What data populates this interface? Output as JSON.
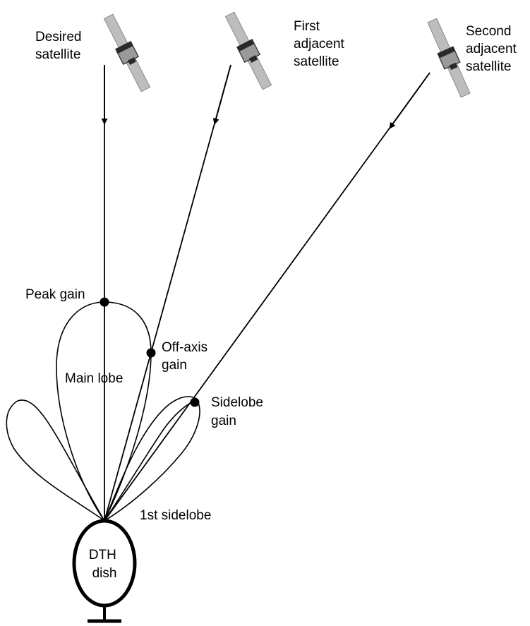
{
  "satellites": {
    "desired": {
      "lines": [
        "Desired",
        "satellite"
      ]
    },
    "first_adjacent": {
      "lines": [
        "First",
        "adjacent",
        "satellite"
      ]
    },
    "second_adjacent": {
      "lines": [
        "Second",
        "adjacent",
        "satellite"
      ]
    }
  },
  "points": {
    "peak_gain": {
      "lines": [
        "Peak gain"
      ]
    },
    "off_axis_gain": {
      "lines": [
        "Off-axis",
        "gain"
      ]
    },
    "sidelobe_gain": {
      "lines": [
        "Sidelobe",
        "gain"
      ]
    }
  },
  "lobes": {
    "main_lobe": {
      "lines": [
        "Main lobe"
      ]
    },
    "first_sidelobe": {
      "lines": [
        "1st sidelobe"
      ]
    }
  },
  "dish": {
    "lines": [
      "DTH",
      "dish"
    ]
  },
  "colors": {
    "ink": "#000000",
    "panel_fill": "#bdbdbd",
    "panel_stroke": "#8a8a8a",
    "body_fill": "#9a9a9a",
    "body_dark": "#2a2a2a"
  }
}
